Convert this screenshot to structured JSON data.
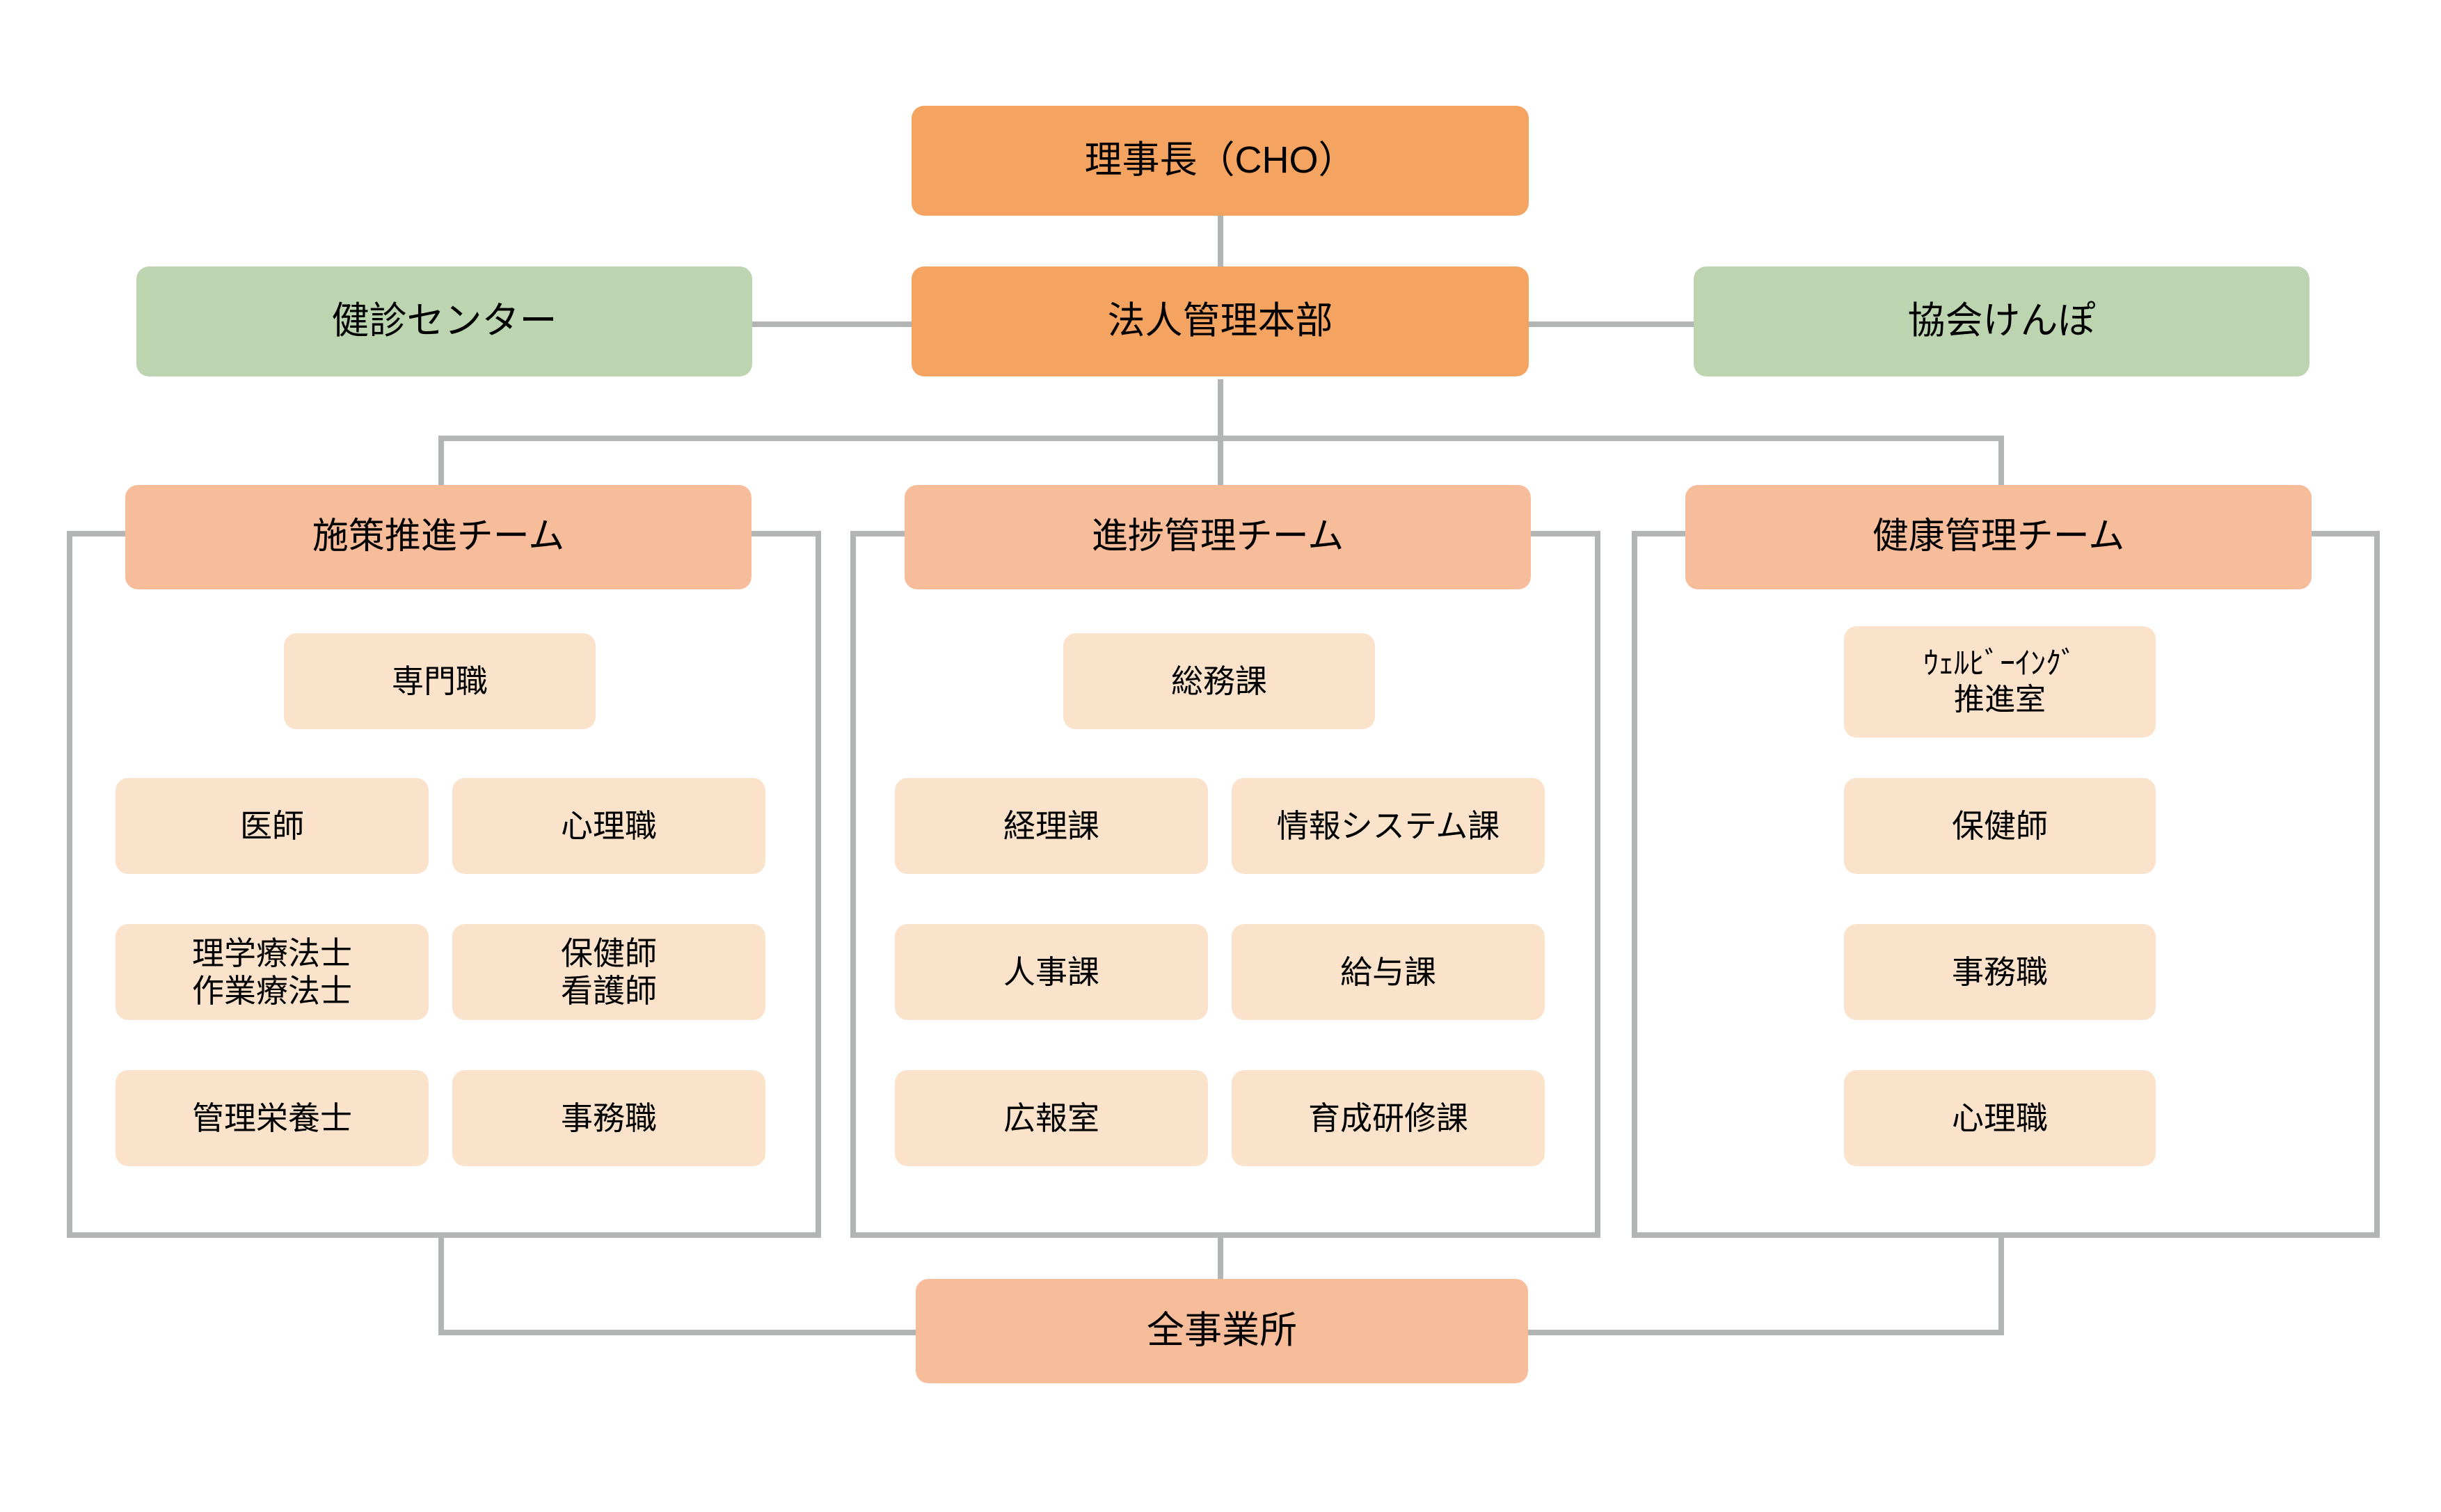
{
  "diagram": {
    "title_node": {
      "label": "理事長（CHO）"
    },
    "headquarters": {
      "label": "法人管理本部"
    },
    "side_left": {
      "label": "健診センター"
    },
    "side_right": {
      "label": "協会けんぽ"
    },
    "footer": {
      "label": "全事業所"
    },
    "teams": [
      {
        "header": "施策推進チーム",
        "lead": "専門職",
        "members": [
          [
            "医師",
            "心理職"
          ],
          [
            "理学療法士\n作業療法士",
            "保健師\n看護師"
          ],
          [
            "管理栄養士",
            "事務職"
          ]
        ]
      },
      {
        "header": "進捗管理チーム",
        "lead": "総務課",
        "members": [
          [
            "経理課",
            "情報システム課"
          ],
          [
            "人事課",
            "給与課"
          ],
          [
            "広報室",
            "育成研修課"
          ]
        ]
      },
      {
        "header": "健康管理チーム",
        "lead": "ｳｪﾙﾋﾞｰｲﾝｸﾞ\n推進室",
        "members": [
          [
            "保健師"
          ],
          [
            "事務職"
          ],
          [
            "心理職"
          ]
        ]
      }
    ]
  },
  "colors": {
    "top_orange": "#f4a460",
    "team_orange": "#f7bd9b",
    "leaf_peach": "#fbe3cb",
    "side_green": "#bcd5b0",
    "connector_gray": "#b3b5b4",
    "background": "#ffffff",
    "text": "#000000"
  }
}
